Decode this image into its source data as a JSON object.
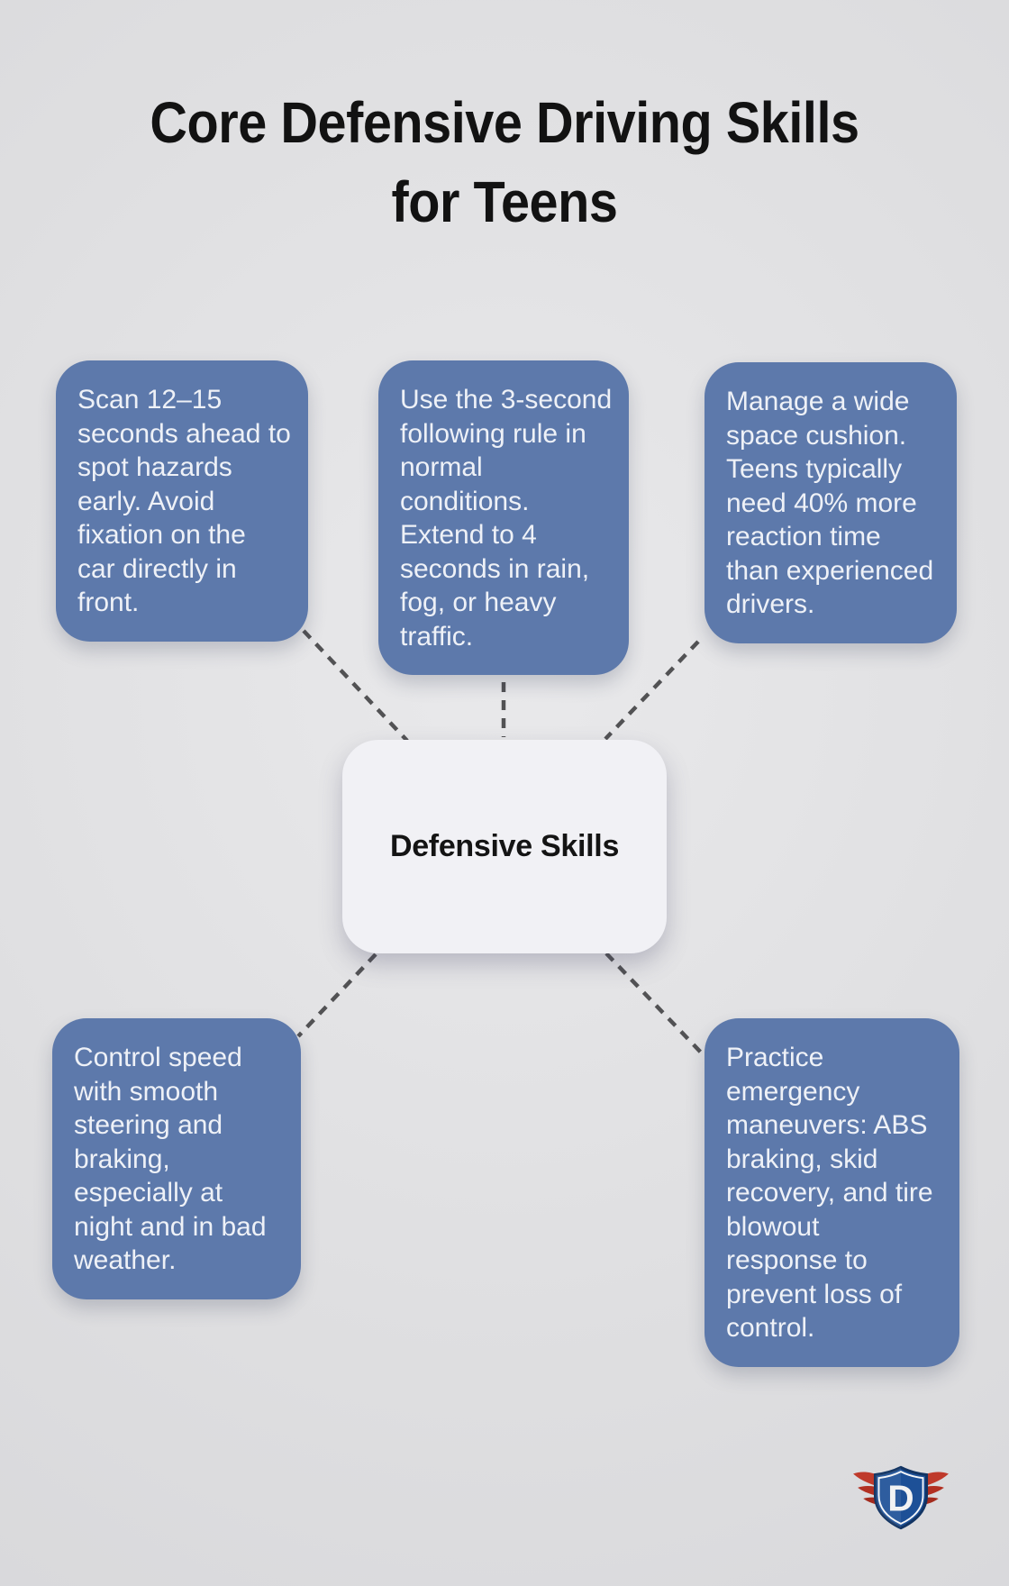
{
  "title": "Core Defensive Driving Skills\nfor Teens",
  "center": {
    "label": "Defensive Skills"
  },
  "cards": [
    {
      "id": "scan-ahead",
      "text": "Scan 12–15\nseconds ahead to\nspot hazards\nearly. Avoid\nfixation on the\ncar directly in\nfront."
    },
    {
      "id": "following-rule",
      "text": "Use the 3-second\nfollowing rule in\nnormal\nconditions.\nExtend to 4\nseconds in rain,\nfog, or heavy\ntraffic."
    },
    {
      "id": "space-cushion",
      "text": "Manage a wide\nspace cushion.\nTeens typically\nneed 40% more\nreaction time\nthan experienced\ndrivers."
    },
    {
      "id": "speed-control",
      "text": "Control speed\nwith smooth\nsteering and\nbraking,\nespecially at\nnight and in bad\nweather."
    },
    {
      "id": "emergency-maneuvers",
      "text": "Practice\nemergency\nmaneuvers: ABS\nbraking, skid\nrecovery, and tire\nblowout\nresponse to\nprevent loss of\ncontrol."
    }
  ],
  "logo": {
    "letter": "D"
  },
  "colors": {
    "bg": "#dfdfe1",
    "card-blue": "#5d79ab",
    "card-text": "#eef1f7",
    "center-bg": "#f1f1f5",
    "center-text": "#141414",
    "title-text": "#121212",
    "connector": "#525254",
    "logo-shield-blue": "#1d5097",
    "logo-shield-dark": "#123463",
    "logo-wing-red": "#bf3a2b",
    "logo-wing-red2": "#b23022",
    "logo-wing-red3": "#a32b1e"
  }
}
